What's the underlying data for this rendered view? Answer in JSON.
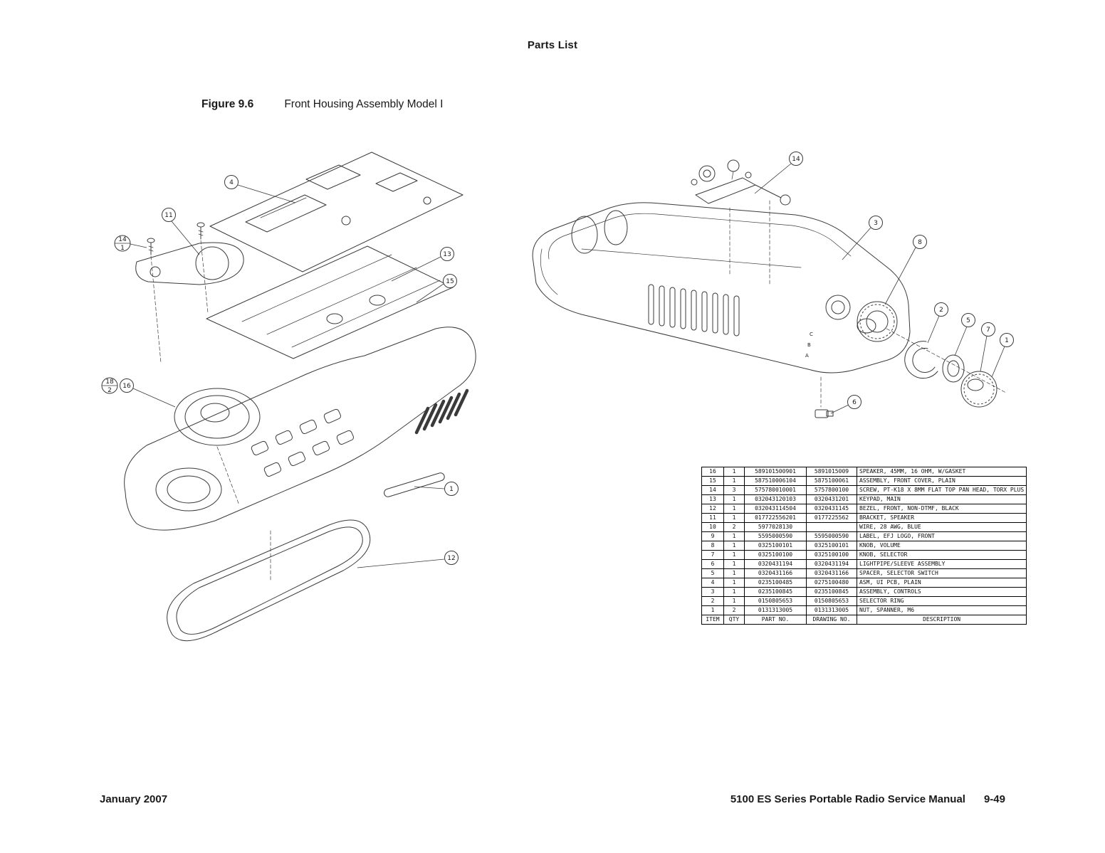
{
  "page": {
    "header": "Parts List",
    "figure_label": "Figure 9.6",
    "figure_title": "Front Housing Assembly Model I",
    "footer_left": "January 2007",
    "footer_right": "5100 ES Series Portable Radio Service Manual",
    "footer_page": "9-49"
  },
  "table": {
    "columns": [
      "ITEM",
      "QTY",
      "PART NO.",
      "DRAWING NO.",
      "DESCRIPTION"
    ],
    "rows": [
      {
        "item": "16",
        "qty": "1",
        "part_no": "589101500901",
        "drawing_no": "5891015009",
        "description": "SPEAKER, 45MM, 16 OHM, W/GASKET"
      },
      {
        "item": "15",
        "qty": "1",
        "part_no": "587510006104",
        "drawing_no": "5875100061",
        "description": "ASSEMBLY, FRONT COVER, PLAIN"
      },
      {
        "item": "14",
        "qty": "3",
        "part_no": "575780010001",
        "drawing_no": "5757800100",
        "description": "SCREW, PT-K18 X 8MM FLAT TOP PAN HEAD, TORX PLUS"
      },
      {
        "item": "13",
        "qty": "1",
        "part_no": "032043120103",
        "drawing_no": "0320431201",
        "description": "KEYPAD, MAIN"
      },
      {
        "item": "12",
        "qty": "1",
        "part_no": "032043114504",
        "drawing_no": "0320431145",
        "description": "BEZEL, FRONT, NON-DTMF, BLACK"
      },
      {
        "item": "11",
        "qty": "1",
        "part_no": "017722556201",
        "drawing_no": "0177225562",
        "description": "BRACKET, SPEAKER"
      },
      {
        "item": "10",
        "qty": "2",
        "part_no": "5977028130",
        "drawing_no": "",
        "description": "WIRE, 28 AWG, BLUE"
      },
      {
        "item": "9",
        "qty": "1",
        "part_no": "5595000590",
        "drawing_no": "5595000590",
        "description": "LABEL, EFJ LOGO, FRONT"
      },
      {
        "item": "8",
        "qty": "1",
        "part_no": "0325100101",
        "drawing_no": "0325100101",
        "description": "KNOB, VOLUME"
      },
      {
        "item": "7",
        "qty": "1",
        "part_no": "0325100100",
        "drawing_no": "0325100100",
        "description": "KNOB, SELECTOR"
      },
      {
        "item": "6",
        "qty": "1",
        "part_no": "0320431194",
        "drawing_no": "0320431194",
        "description": "LIGHTPIPE/SLEEVE ASSEMBLY"
      },
      {
        "item": "5",
        "qty": "1",
        "part_no": "0320431166",
        "drawing_no": "0320431166",
        "description": "SPACER, SELECTOR SWITCH"
      },
      {
        "item": "4",
        "qty": "1",
        "part_no": "0235100485",
        "drawing_no": "0275100480",
        "description": "ASM, UI PCB, PLAIN"
      },
      {
        "item": "3",
        "qty": "1",
        "part_no": "0235100845",
        "drawing_no": "0235100845",
        "description": "ASSEMBLY, CONTROLS"
      },
      {
        "item": "2",
        "qty": "1",
        "part_no": "0150805653",
        "drawing_no": "0150805653",
        "description": "SELECTOR RING"
      },
      {
        "item": "1",
        "qty": "2",
        "part_no": "0131313005",
        "drawing_no": "0131313005",
        "description": "NUT, SPANNER, M6"
      }
    ]
  },
  "diagrams": {
    "left": {
      "callouts": [
        {
          "t": "4"
        },
        {
          "t": "11"
        },
        {
          "t": "14",
          "b": "1"
        },
        {
          "t": "13"
        },
        {
          "t": "15"
        },
        {
          "t": "18",
          "b": "2"
        },
        {
          "t": "16"
        },
        {
          "t": "1"
        },
        {
          "t": "12"
        }
      ]
    },
    "right": {
      "callouts": [
        {
          "t": "14"
        },
        {
          "t": "3"
        },
        {
          "t": "8"
        },
        {
          "t": "2"
        },
        {
          "t": "5"
        },
        {
          "t": "7"
        },
        {
          "t": "1"
        },
        {
          "t": "6"
        }
      ],
      "labels": [
        "C",
        "B",
        "A"
      ]
    }
  }
}
